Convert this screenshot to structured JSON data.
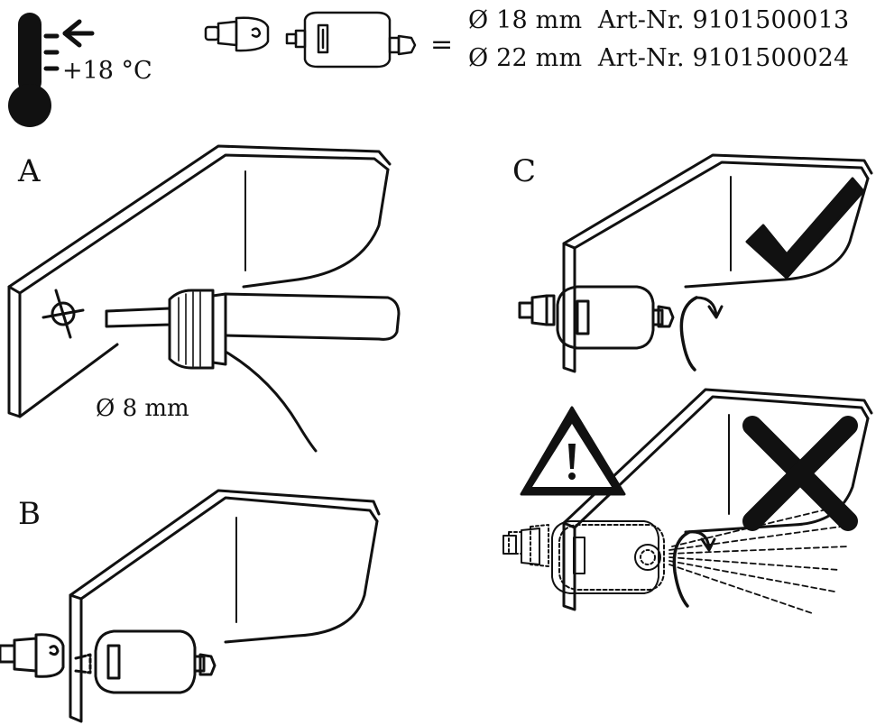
{
  "header": {
    "temperature": "+18 °C",
    "equals": "=",
    "articles": [
      {
        "diameter": "Ø 18 mm",
        "article": "Art-Nr. 9101500013"
      },
      {
        "diameter": "Ø 22 mm",
        "article": "Art-Nr. 9101500024"
      }
    ]
  },
  "steps": {
    "a": {
      "label": "A",
      "drill_diameter": "Ø 8 mm"
    },
    "b": {
      "label": "B"
    },
    "c": {
      "label": "C"
    }
  },
  "icons": {
    "temperature": "thermometer-icon",
    "arrow": "arrow-left-icon",
    "ok": "checkmark-icon",
    "wrong": "cross-icon",
    "warning": "warning-triangle-icon"
  }
}
